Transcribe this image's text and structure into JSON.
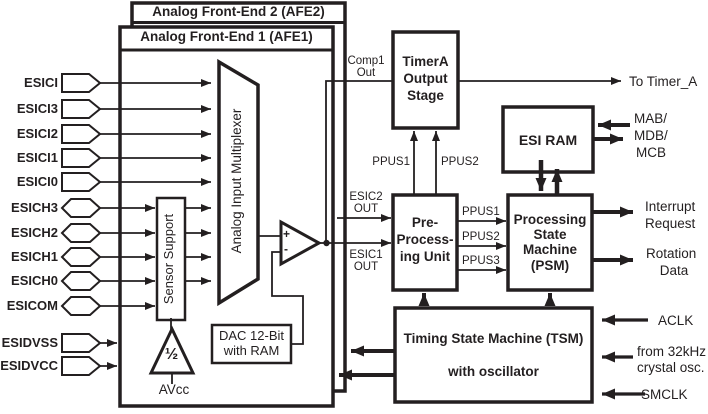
{
  "afe2_title": "Analog Front-End 2 (AFE2)",
  "afe1_title": "Analog Front-End 1 (AFE1)",
  "pads": [
    {
      "label": "ESICI",
      "shape": "pentagon"
    },
    {
      "label": "ESICI3",
      "shape": "pentagon"
    },
    {
      "label": "ESICI2",
      "shape": "pentagon"
    },
    {
      "label": "ESICI1",
      "shape": "pentagon"
    },
    {
      "label": "ESICI0",
      "shape": "pentagon"
    },
    {
      "label": "ESICH3",
      "shape": "hexagon"
    },
    {
      "label": "ESICH2",
      "shape": "hexagon"
    },
    {
      "label": "ESICH1",
      "shape": "hexagon"
    },
    {
      "label": "ESICH0",
      "shape": "hexagon"
    },
    {
      "label": "ESICOM",
      "shape": "hexagon"
    },
    {
      "label": "ESIDVSS",
      "shape": "pentagon"
    },
    {
      "label": "ESIDVCC",
      "shape": "pentagon"
    }
  ],
  "mux_label": "Analog Input Multiplexer",
  "sensor_support_label": "Sensor Support",
  "dac": {
    "line1": "DAC 12-Bit",
    "line2": "with RAM"
  },
  "half_gain": "½",
  "avcc_label": "AVcc",
  "comparator": {
    "plus": "+",
    "minus": "-"
  },
  "signals": {
    "comp1_line1": "Comp1",
    "comp1_line2": "Out",
    "esic2_line1": "ESIC2",
    "esic2_line2": "OUT",
    "esic1_line1": "ESIC1",
    "esic1_line2": "OUT",
    "ppus1_top": "PPUS1",
    "ppus2_top": "PPUS2",
    "ppus1": "PPUS1",
    "ppus2": "PPUS2",
    "ppus3": "PPUS3"
  },
  "blocks": {
    "timer_a": {
      "line1": "TimerA",
      "line2": "Output",
      "line3": "Stage"
    },
    "esi_ram": "ESI RAM",
    "ppu": {
      "line1": "Pre-",
      "line2": "Process-",
      "line3": "ing Unit"
    },
    "psm": {
      "line1": "Processing",
      "line2": "State",
      "line3": "Machine",
      "line4": "(PSM)"
    },
    "tsm": {
      "line1": "Timing State Machine (TSM)",
      "line2": "with oscillator"
    }
  },
  "right_labels": {
    "to_timer_a": "To Timer_A",
    "mab": "MAB/",
    "mdb": "MDB/",
    "mcb": "MCB",
    "interrupt_line1": "Interrupt",
    "interrupt_line2": "Request",
    "rotation_line1": "Rotation",
    "rotation_line2": "Data",
    "aclk": "ACLK",
    "osc_line1": "from 32kHz",
    "osc_line2": "crystal osc.",
    "smclk": "SMCLK"
  },
  "colors": {
    "line": "#231f20",
    "background": "#ffffff"
  }
}
